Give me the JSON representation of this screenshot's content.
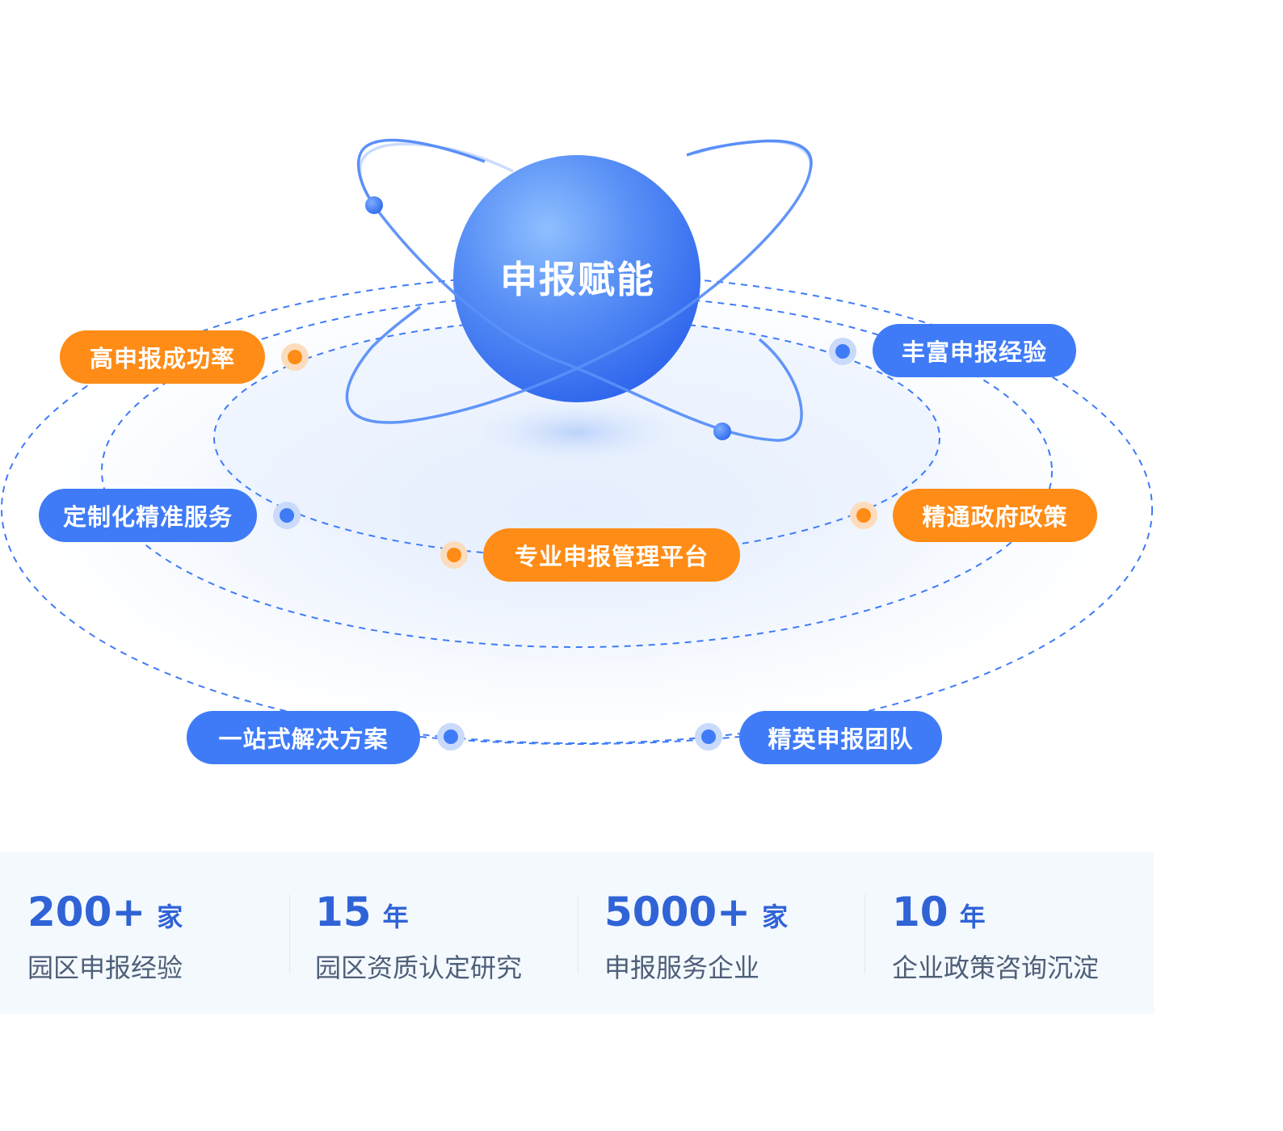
{
  "diagram": {
    "center_title": "申报赋能",
    "nodes": [
      {
        "id": "high-success-rate",
        "label": "高申报成功率",
        "color": "orange"
      },
      {
        "id": "rich-experience",
        "label": "丰富申报经验",
        "color": "blue"
      },
      {
        "id": "customized-service",
        "label": "定制化精准服务",
        "color": "blue"
      },
      {
        "id": "policy-expertise",
        "label": "精通政府政策",
        "color": "orange"
      },
      {
        "id": "management-platform",
        "label": "专业申报管理平台",
        "color": "orange"
      },
      {
        "id": "one-stop-solution",
        "label": "一站式解决方案",
        "color": "blue"
      },
      {
        "id": "elite-team",
        "label": "精英申报团队",
        "color": "blue"
      }
    ]
  },
  "stats": [
    {
      "value": "200+",
      "unit": "家",
      "label": "园区申报经验"
    },
    {
      "value": "15",
      "unit": "年",
      "label": "园区资质认定研究"
    },
    {
      "value": "5000+",
      "unit": "家",
      "label": "申报服务企业"
    },
    {
      "value": "10",
      "unit": "年",
      "label": "企业政策咨询沉淀"
    }
  ],
  "colors": {
    "accent_orange": "#FF8C16",
    "accent_blue": "#3F7BF7",
    "stat_number": "#2F63D6",
    "stat_label": "#4E5F78",
    "stats_background": "#F4F9FE",
    "orbit_dash": "#3F7BF7"
  }
}
